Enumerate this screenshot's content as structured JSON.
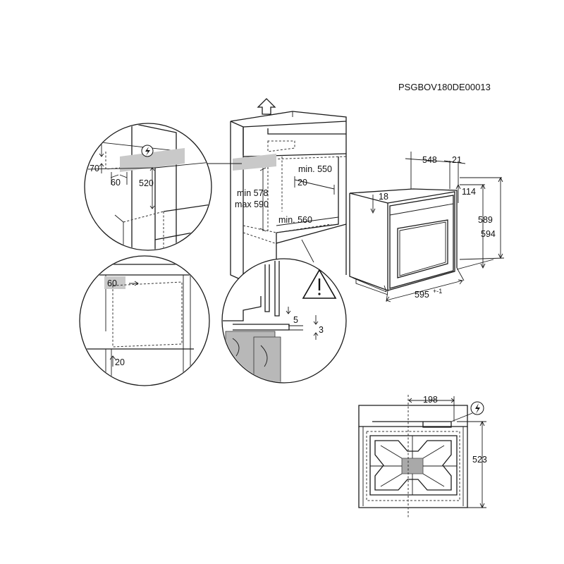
{
  "document_code": "PSGBOV180DE00013",
  "labels": {
    "min_550": "min. 550",
    "d_20_top": "20",
    "min_578": "min 578",
    "max_590": "max 590",
    "min_560": "min. 560",
    "d_548": "548",
    "d_21": "21",
    "d_18": "18",
    "d_114": "114",
    "d_589": "589",
    "d_594": "594",
    "d_595": "595",
    "d_595_tol": "+-1",
    "d_70": "70",
    "d_60a": "60",
    "d_520": "520",
    "d_60b": "60",
    "d_20b": "20",
    "d_5": "5",
    "d_3": "3",
    "d_198": "198",
    "d_523": "523"
  },
  "icons": {
    "warning": "warning-triangle-icon",
    "electric": "electric-bolt-icon",
    "arrow": "up-arrow-icon"
  }
}
